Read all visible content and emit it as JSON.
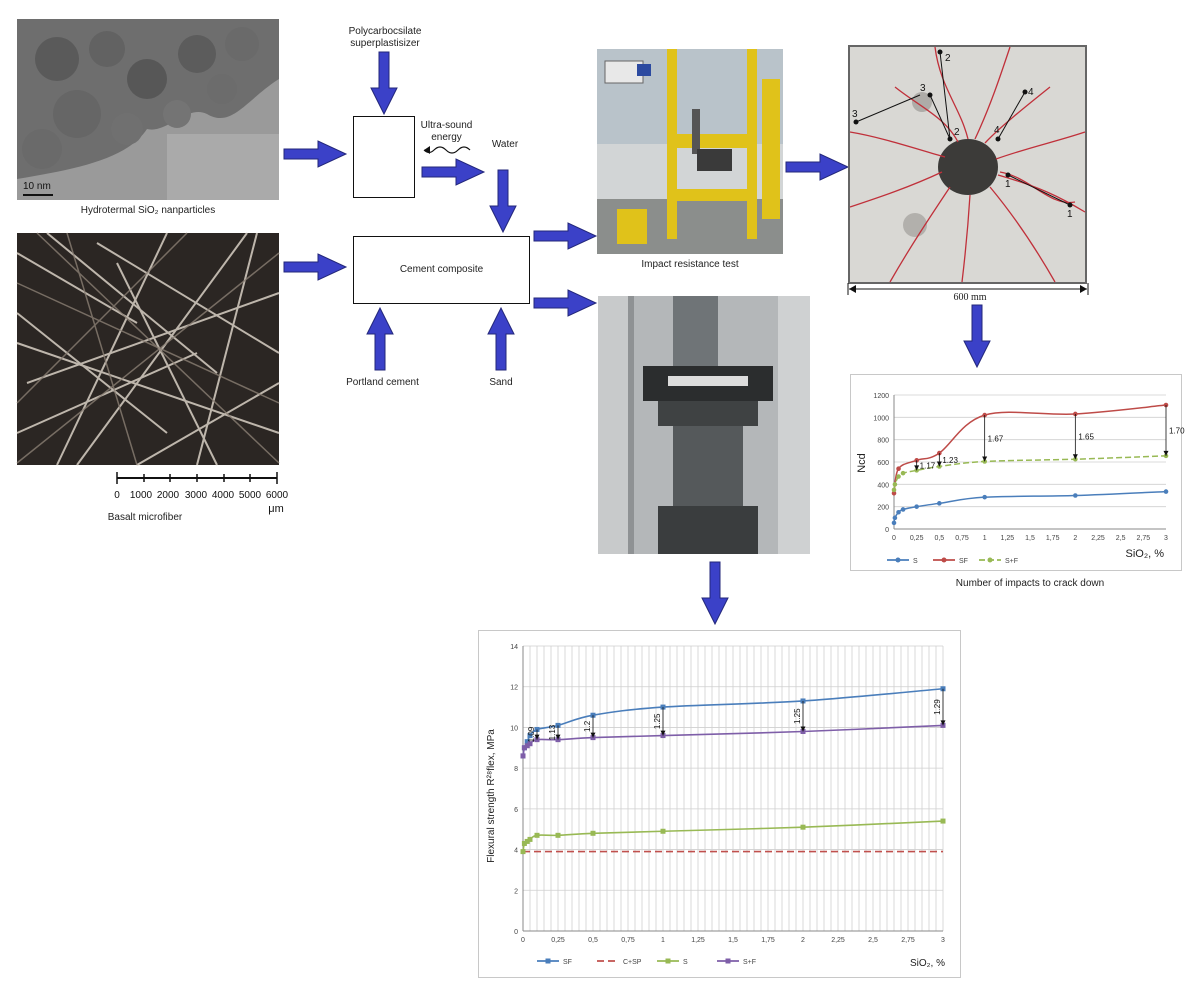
{
  "captions": {
    "nanoparticles": "Hydrotermal SiO₂ nanparticles",
    "nano_scale": "10 nm",
    "fiber": "Basalt microfiber",
    "fiber_scale_unit": "μm",
    "fiber_scale_ticks": [
      "0",
      "1000",
      "2000",
      "3000",
      "4000",
      "5000",
      "6000"
    ],
    "impact_test": "Impact resistance test",
    "slab_width": "600 mm",
    "impacts_chart": "Number of impacts to crack down"
  },
  "flow": {
    "superplasticizer": "Polycarbocsilate superplastisizer",
    "ultrasound": "Ultra-sound energy",
    "water": "Water",
    "composite": "Cement composite",
    "portland": "Portland cement",
    "sand": "Sand"
  },
  "slab_labels": [
    "1",
    "1",
    "2",
    "2",
    "3",
    "3",
    "4",
    "4"
  ],
  "colors": {
    "arrow": "#3b41c8",
    "S": "#4a7ebb",
    "SF": "#be4b48",
    "S+F": "#98b954",
    "C+SP": "#c0504d",
    "SF_flex": "#4a7ebb",
    "S_flex": "#98b954",
    "S+F_flex": "#7e5ea8"
  },
  "chart_data": [
    {
      "type": "line",
      "ylabel": "Ncd",
      "xlabel": "SiO₂, %",
      "xlim": [
        0,
        3
      ],
      "ylim": [
        0,
        1200
      ],
      "x_ticks": [
        "0",
        "0,25",
        "0,5",
        "0,75",
        "1",
        "1,25",
        "1,5",
        "1,75",
        "2",
        "2,25",
        "2,5",
        "2,75",
        "3"
      ],
      "y_ticks": [
        "0",
        "200",
        "400",
        "600",
        "800",
        "1000",
        "1200"
      ],
      "legend": "bottom-left",
      "series": [
        {
          "name": "S",
          "x": [
            0,
            0.01,
            0.05,
            0.1,
            0.25,
            0.5,
            1,
            2,
            3
          ],
          "y": [
            55,
            100,
            150,
            175,
            200,
            230,
            285,
            300,
            335
          ]
        },
        {
          "name": "SF",
          "x": [
            0,
            0.05,
            0.25,
            0.5,
            1,
            2,
            3
          ],
          "y": [
            320,
            540,
            615,
            680,
            1020,
            1030,
            1110
          ]
        },
        {
          "name": "S+F",
          "x": [
            0,
            0.01,
            0.05,
            0.1,
            0.25,
            0.5,
            1,
            2,
            3
          ],
          "y": [
            350,
            400,
            470,
            500,
            525,
            560,
            605,
            625,
            655
          ]
        }
      ],
      "annotations": [
        {
          "x": 0.25,
          "text": "1.17"
        },
        {
          "x": 0.5,
          "text": "1.23"
        },
        {
          "x": 1,
          "text": "1.67"
        },
        {
          "x": 2,
          "text": "1.65"
        },
        {
          "x": 3,
          "text": "1.70"
        }
      ]
    },
    {
      "type": "line",
      "ylabel": "Flexural strength R²⁸flex, MPa",
      "xlabel": "SiO₂, %",
      "xlim": [
        0,
        3
      ],
      "ylim": [
        0,
        14
      ],
      "x_ticks": [
        "0",
        "0,25",
        "0,5",
        "0,75",
        "1",
        "1,25",
        "1,5",
        "1,75",
        "2",
        "2,25",
        "2,5",
        "2,75",
        "3"
      ],
      "y_ticks": [
        "0",
        "2",
        "4",
        "6",
        "8",
        "10",
        "12",
        "14"
      ],
      "legend": "bottom-left",
      "series": [
        {
          "name": "SF",
          "x": [
            0,
            0.01,
            0.03,
            0.05,
            0.1,
            0.25,
            0.5,
            1,
            2,
            3
          ],
          "y": [
            8.6,
            9.0,
            9.3,
            9.6,
            9.9,
            10.1,
            10.6,
            11.0,
            11.3,
            11.9
          ]
        },
        {
          "name": "C+SP",
          "x": [
            0,
            3
          ],
          "y": [
            3.9,
            3.9
          ]
        },
        {
          "name": "S",
          "x": [
            0,
            0.01,
            0.03,
            0.05,
            0.1,
            0.25,
            0.5,
            1,
            2,
            3
          ],
          "y": [
            3.9,
            4.3,
            4.4,
            4.5,
            4.7,
            4.7,
            4.8,
            4.9,
            5.1,
            5.4
          ]
        },
        {
          "name": "S+F",
          "x": [
            0,
            0.01,
            0.03,
            0.05,
            0.1,
            0.25,
            0.5,
            1,
            2,
            3
          ],
          "y": [
            8.6,
            9.0,
            9.1,
            9.2,
            9.4,
            9.4,
            9.5,
            9.6,
            9.8,
            10.1
          ]
        }
      ],
      "annotations": [
        {
          "x": 0.1,
          "text": "1.09"
        },
        {
          "x": 0.25,
          "text": "1.13"
        },
        {
          "x": 0.5,
          "text": "1.2"
        },
        {
          "x": 1,
          "text": "1.25"
        },
        {
          "x": 2,
          "text": "1.25"
        },
        {
          "x": 3,
          "text": "1.29"
        }
      ]
    }
  ]
}
